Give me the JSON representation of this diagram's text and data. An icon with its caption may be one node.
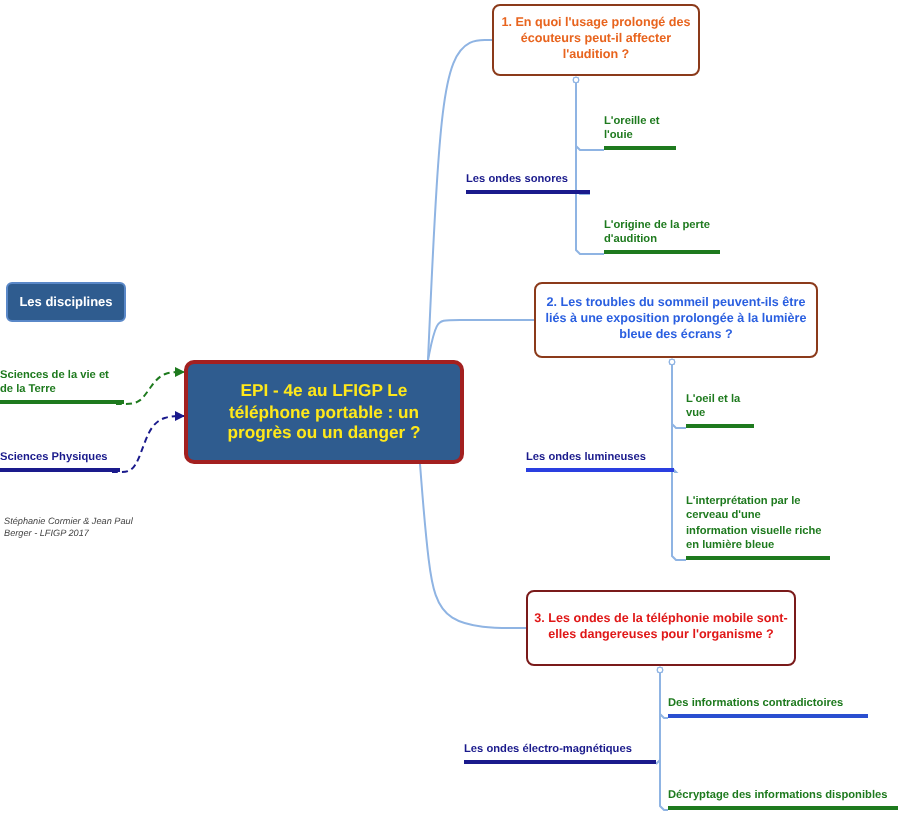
{
  "diagram": {
    "nodes": [
      {
        "text": [
          "EPI - 4e au LFIGP Le téléphone portable : un progrès ou un danger ?"
        ]
      },
      {
        "text": [
          "Les disciplines"
        ]
      },
      {
        "text": [
          "Sciences de la vie et de la Terre"
        ]
      },
      {
        "text": [
          "Sciences Physiques"
        ]
      },
      {
        "text": [
          "1. En quoi l'usage prolongé des écouteurs peut-il affecter l'audition ?"
        ]
      },
      {
        "text": [
          "Les ondes sonores"
        ]
      },
      {
        "text": [
          "L'oreille et l'ouie"
        ]
      },
      {
        "text": [
          "L'origine de la perte d'audition"
        ]
      },
      {
        "text": [
          "2. Les troubles du sommeil peuvent-ils être liés à une exposition prolongée à la lumière bleue des écrans ?"
        ]
      },
      {
        "text": [
          "Les ondes lumineuses"
        ]
      },
      {
        "text": [
          "L'oeil et la vue"
        ]
      },
      {
        "text": [
          "L'interprétation par le cerveau d'une information visuelle riche en lumière bleue"
        ]
      },
      {
        "text": [
          "3. Les ondes de la téléphonie mobile sont-elles dangereuses pour l'organisme ?"
        ]
      },
      {
        "text": [
          "Les ondes électro-magnétiques"
        ]
      },
      {
        "text": [
          "Des informations contradictoires"
        ]
      },
      {
        "text": [
          "Décryptage des informations disponibles"
        ]
      }
    ],
    "edges": [
      {
        "from": 2,
        "to": 0,
        "arrow": "to",
        "style": "dashed",
        "color": "#1e7a1e"
      },
      {
        "from": 3,
        "to": 0,
        "arrow": "to",
        "style": "dashed",
        "color": "#1a1a8c"
      },
      {
        "from": 0,
        "to": 4,
        "arrow": "none"
      },
      {
        "from": 0,
        "to": 8,
        "arrow": "none"
      },
      {
        "from": 0,
        "to": 12,
        "arrow": "none"
      },
      {
        "from": 4,
        "to": 6,
        "arrow": "other"
      },
      {
        "from": 4,
        "to": 5,
        "arrow": "other"
      },
      {
        "from": 4,
        "to": 7,
        "arrow": "other"
      },
      {
        "from": 8,
        "to": 10,
        "arrow": "other"
      },
      {
        "from": 8,
        "to": 9,
        "arrow": "other"
      },
      {
        "from": 8,
        "to": 11,
        "arrow": "other"
      },
      {
        "from": 12,
        "to": 14,
        "arrow": "other"
      },
      {
        "from": 12,
        "to": 13,
        "arrow": "other"
      },
      {
        "from": 12,
        "to": 15,
        "arrow": "other"
      }
    ],
    "labels": [
      "Stéphanie Cormier & Jean Paul Berger - LFIGP 2017"
    ]
  }
}
